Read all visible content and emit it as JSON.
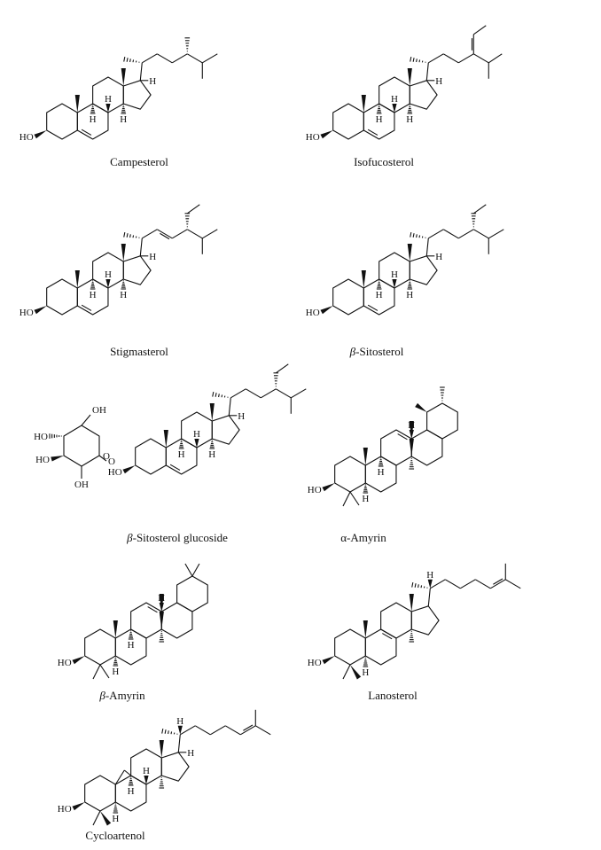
{
  "figure": {
    "compounds": [
      {
        "id": "campesterol",
        "prefix": "",
        "name": "Campesterol"
      },
      {
        "id": "isofucosterol",
        "prefix": "",
        "name": "Isofucosterol"
      },
      {
        "id": "stigmasterol",
        "prefix": "",
        "name": "Stigmasterol"
      },
      {
        "id": "beta-sitosterol",
        "prefix": "β",
        "name": "-Sitosterol"
      },
      {
        "id": "beta-sitosterol-glucoside",
        "prefix": "β",
        "name": "-Sitosterol glucoside"
      },
      {
        "id": "alpha-amyrin",
        "prefix": "",
        "name": "α-Amyrin"
      },
      {
        "id": "beta-amyrin",
        "prefix": "β",
        "name": "-Amyrin"
      },
      {
        "id": "lanosterol",
        "prefix": "",
        "name": "Lanosterol"
      },
      {
        "id": "cycloartenol",
        "prefix": "",
        "name": "Cycloartenol"
      }
    ],
    "atoms": {
      "hydroxyl": "HO",
      "hydroxyl_right": "OH",
      "hydrogen": "H",
      "oxygen": "O"
    }
  }
}
